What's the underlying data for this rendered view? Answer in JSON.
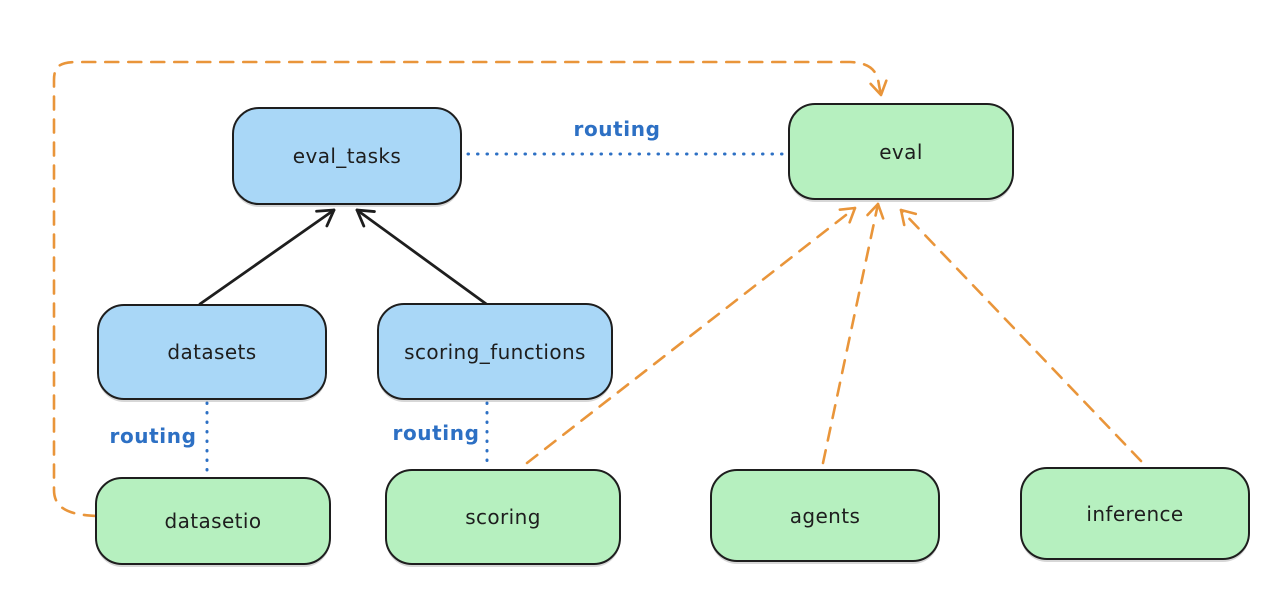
{
  "diagram": {
    "nodes": {
      "eval_tasks": {
        "label": "eval_tasks",
        "kind": "api"
      },
      "eval": {
        "label": "eval",
        "kind": "provider"
      },
      "datasets": {
        "label": "datasets",
        "kind": "api"
      },
      "scoring_functions": {
        "label": "scoring_functions",
        "kind": "api"
      },
      "datasetio": {
        "label": "datasetio",
        "kind": "provider"
      },
      "scoring": {
        "label": "scoring",
        "kind": "provider"
      },
      "agents": {
        "label": "agents",
        "kind": "provider"
      },
      "inference": {
        "label": "inference",
        "kind": "provider"
      }
    },
    "edge_labels": {
      "routing_eval_tasks_to_eval": "routing",
      "routing_datasets_to_datasetio": "routing",
      "routing_scoring_functions_to_scoring": "routing"
    },
    "edges": [
      {
        "from": "datasets",
        "to": "eval_tasks",
        "style": "solid-black-arrow"
      },
      {
        "from": "scoring_functions",
        "to": "eval_tasks",
        "style": "solid-black-arrow"
      },
      {
        "from": "eval_tasks",
        "to": "eval",
        "style": "dotted-blue",
        "label": "routing"
      },
      {
        "from": "datasets",
        "to": "datasetio",
        "style": "dotted-blue",
        "label": "routing"
      },
      {
        "from": "scoring_functions",
        "to": "scoring",
        "style": "dotted-blue",
        "label": "routing"
      },
      {
        "from": "datasetio",
        "to": "eval",
        "style": "dashed-orange-arrow"
      },
      {
        "from": "scoring",
        "to": "eval",
        "style": "dashed-orange-arrow"
      },
      {
        "from": "agents",
        "to": "eval",
        "style": "dashed-orange-arrow"
      },
      {
        "from": "inference",
        "to": "eval",
        "style": "dashed-orange-arrow"
      }
    ]
  },
  "colors": {
    "stroke": "#1e1e1e",
    "api_fill": "#a9d7f7",
    "provider_fill": "#b6f0bf",
    "routing_blue": "#2d70c4",
    "provider_orange": "#e9953a",
    "background": "#ffffff"
  }
}
